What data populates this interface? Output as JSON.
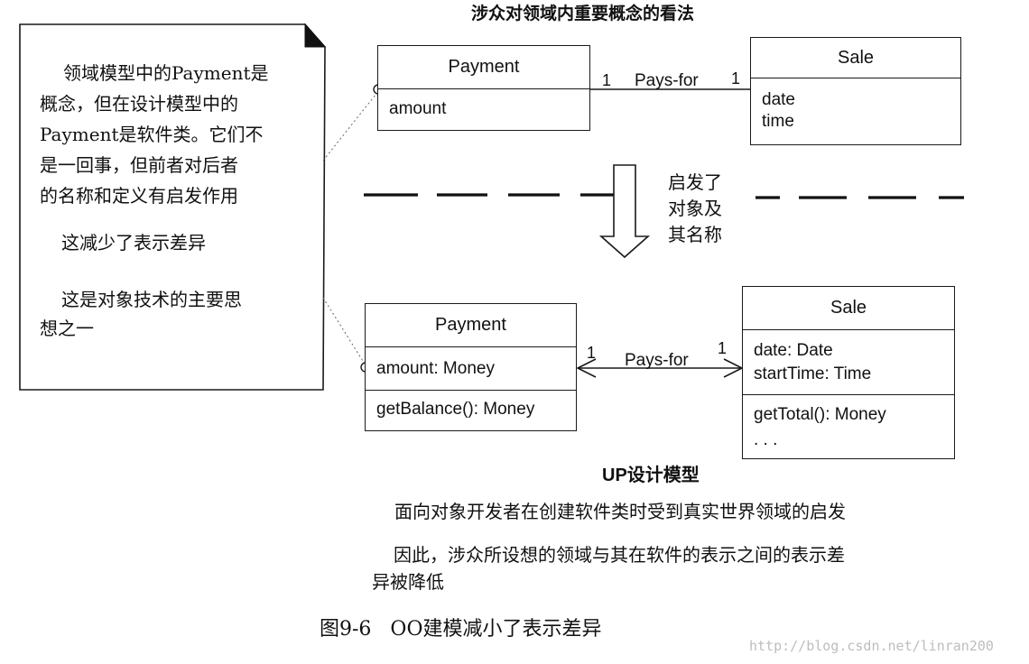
{
  "title": "涉众对领域内重要概念的看法",
  "note": {
    "lines": [
      "领域模型中的Payment是",
      "概念，但在设计模型中的",
      "Payment是软件类。它们不",
      "是一回事，但前者对后者",
      "的名称和定义有启发作用"
    ],
    "line2": "这减少了表示差异",
    "line3": [
      "这是对象技术的主要思",
      "想之一"
    ]
  },
  "domain_model": {
    "payment": {
      "name": "Payment",
      "attributes": [
        "amount"
      ]
    },
    "sale": {
      "name": "Sale",
      "attributes": [
        "date",
        "time"
      ]
    },
    "association": {
      "label": "Pays-for",
      "mult_left": "1",
      "mult_right": "1"
    }
  },
  "arrow_label": [
    "启发了",
    "对象及",
    "其名称"
  ],
  "design_model": {
    "payment": {
      "name": "Payment",
      "attributes": [
        "amount: Money"
      ],
      "operations": [
        "getBalance(): Money"
      ]
    },
    "sale": {
      "name": "Sale",
      "attributes": [
        "date: Date",
        "startTime: Time"
      ],
      "operations": [
        "getTotal(): Money",
        ". . ."
      ]
    },
    "association": {
      "label": "Pays-for",
      "mult_left": "1",
      "mult_right": "1"
    }
  },
  "design_title": "UP设计模型",
  "desc1": "面向对象开发者在创建软件类时受到真实世界领域的启发",
  "desc2": [
    "因此，涉众所设想的领域与其在软件的表示之间的表示差",
    "异被降低"
  ],
  "caption": "图9-6   OO建模减小了表示差异",
  "watermark": "http://blog.csdn.net/linran200"
}
